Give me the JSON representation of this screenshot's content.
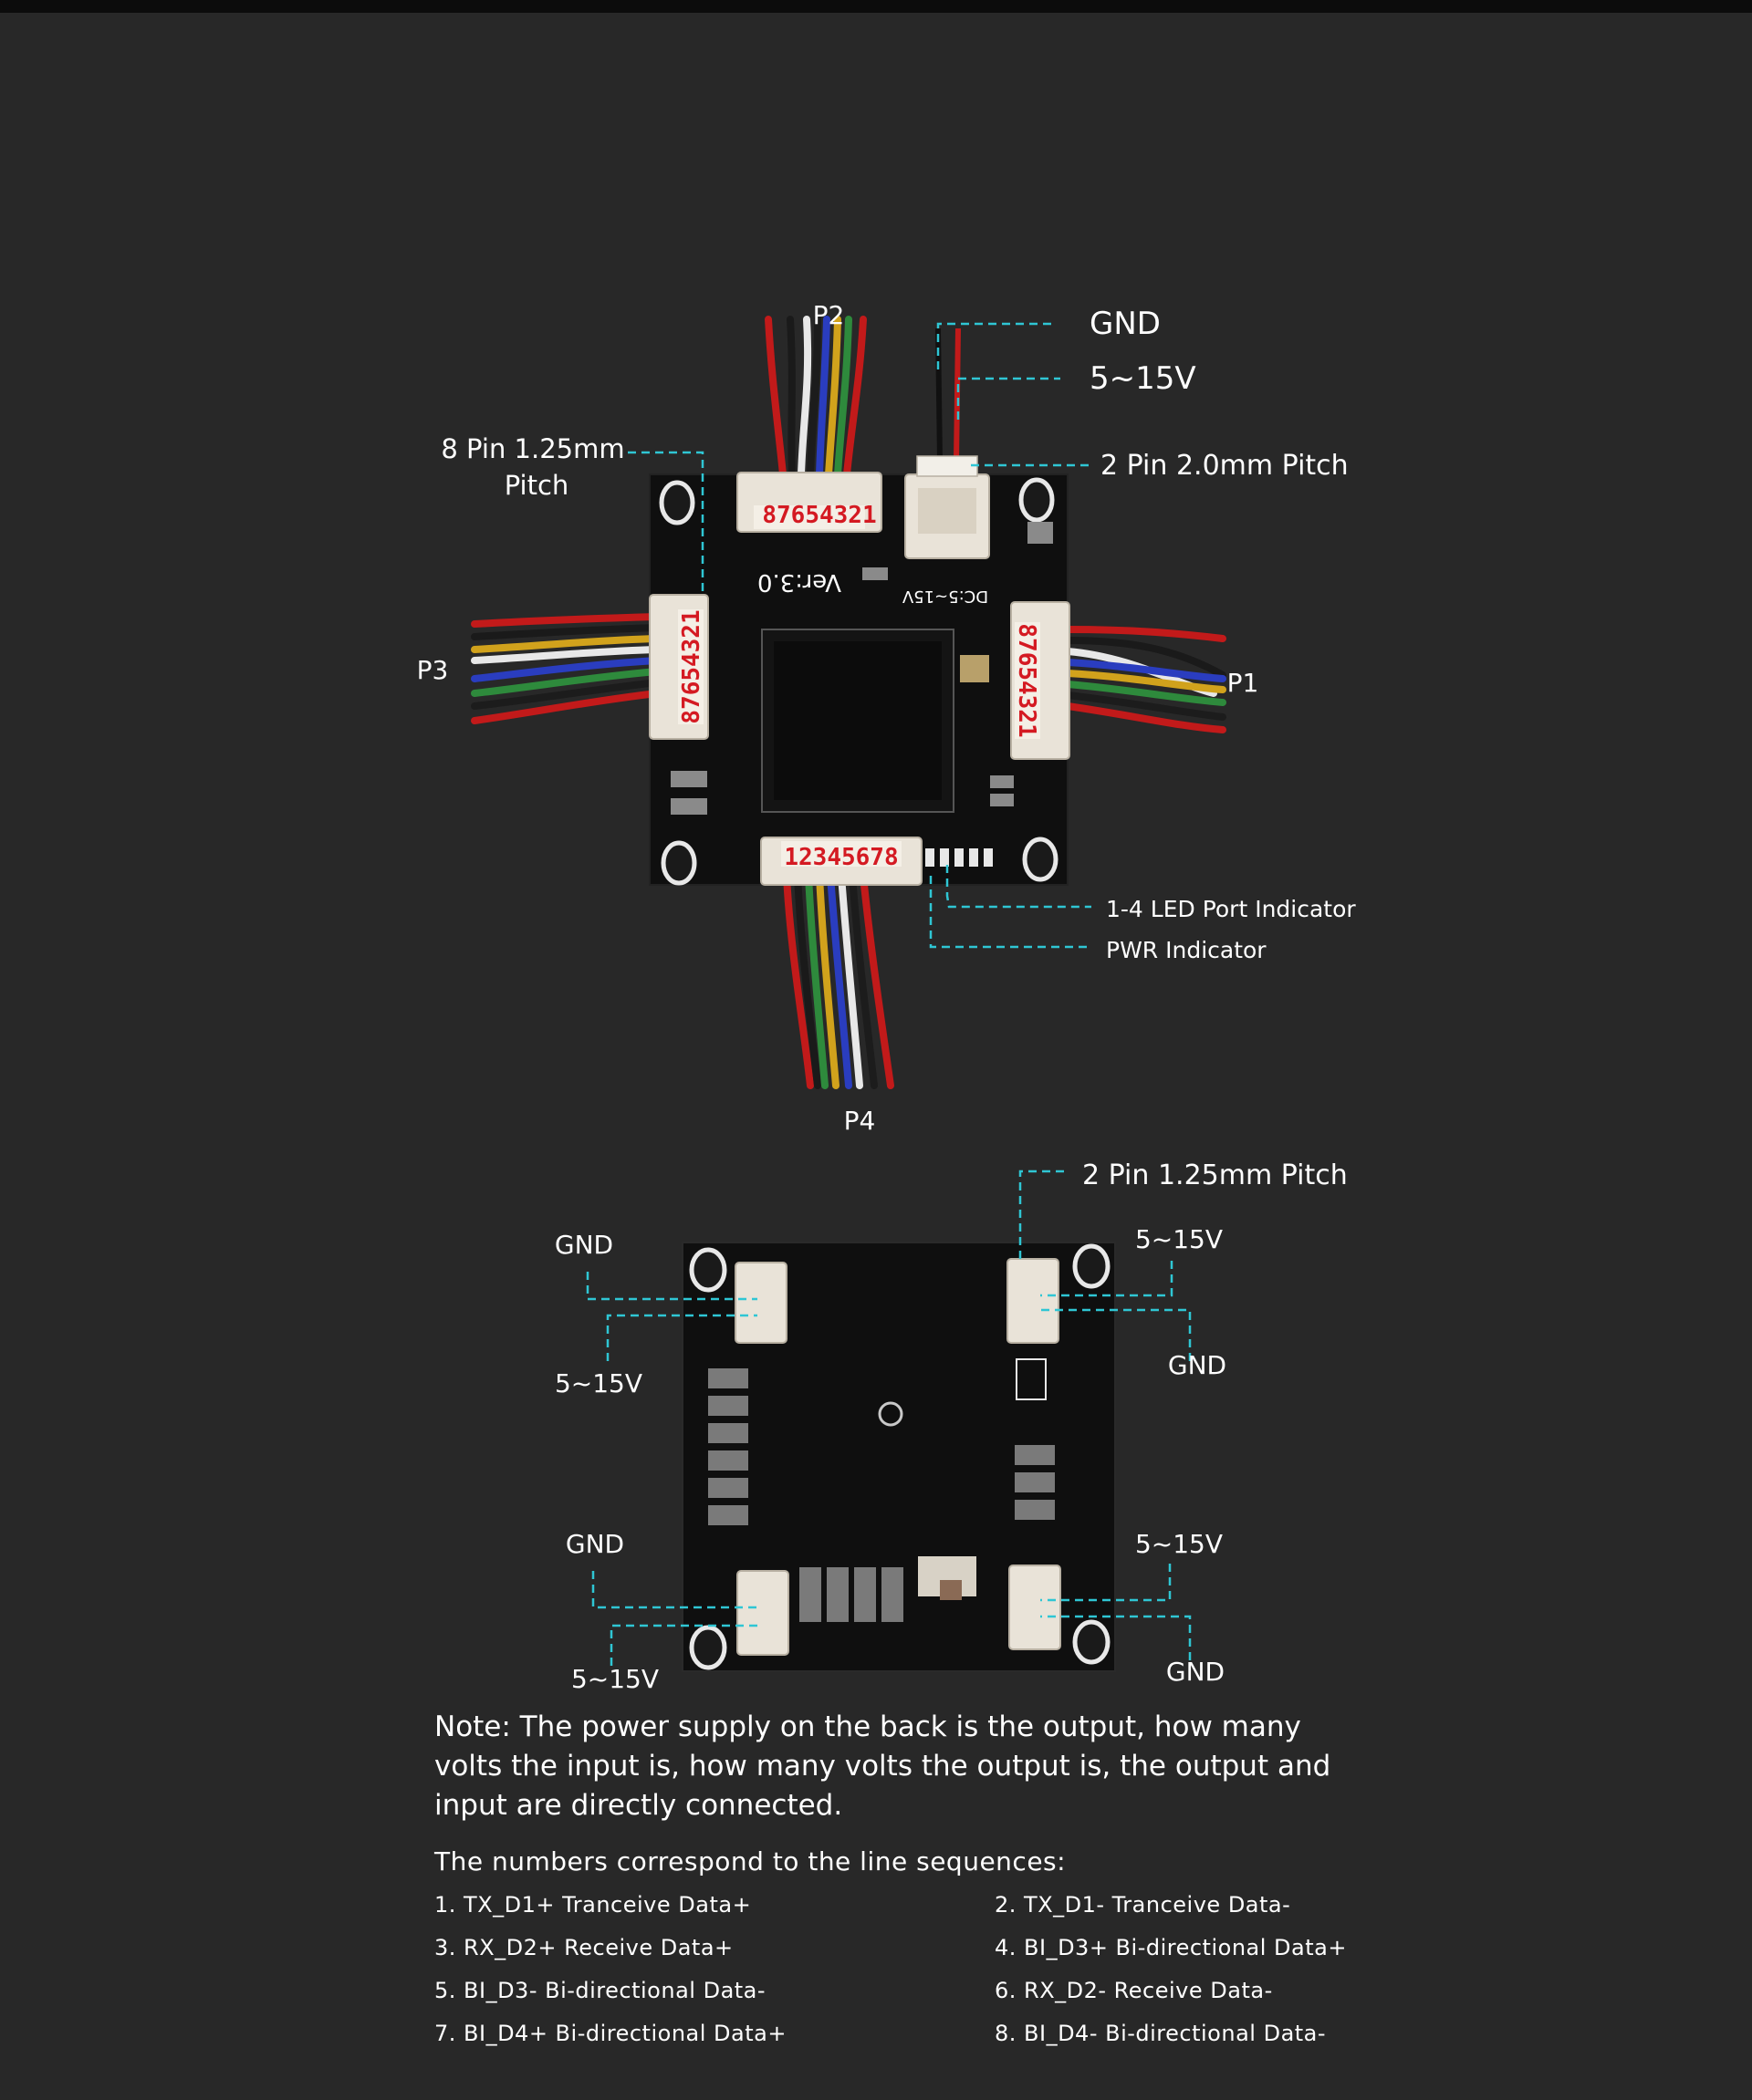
{
  "front": {
    "P2": "P2",
    "P1": "P1",
    "P3": "P3",
    "P4": "P4",
    "gnd": "GND",
    "v515": "5~15V",
    "pin8_line1": "8 Pin 1.25mm",
    "pin8_line2": "Pitch",
    "pin2_20": "2 Pin 2.0mm Pitch",
    "led": "1-4 LED Port Indicator",
    "pwr": "PWR Indicator",
    "silk_ver": "Ver:3.0",
    "silk_dc": "DC:5~15V",
    "conn_top": "87654321",
    "conn_left": "87654321",
    "conn_right": "87654321",
    "conn_bottom": "12345678"
  },
  "back": {
    "pin2_125": "2 Pin 1.25mm Pitch",
    "tl_gnd": "GND",
    "tl_v": "5~15V",
    "tr_v": "5~15V",
    "tr_gnd": "GND",
    "bl_gnd": "GND",
    "bl_v": "5~15V",
    "br_v": "5~15V",
    "br_gnd": "GND"
  },
  "note": "Note: The power supply on the back is the output, how many volts the input is, how many volts the output is, the output and input are directly connected.",
  "sequence": {
    "title": "The numbers correspond to the line sequences:",
    "items": [
      "1. TX_D1+ Tranceive Data+",
      "2. TX_D1- Tranceive Data-",
      "3. RX_D2+ Receive Data+",
      "4. BI_D3+ Bi-directional Data+",
      "5. BI_D3- Bi-directional Data-",
      "6. RX_D2- Receive Data-",
      "7. BI_D4+ Bi-directional Data+",
      "8. BI_D4- Bi-directional Data-"
    ]
  },
  "colors": {
    "background": "#282828",
    "board": "#0f0f0f",
    "callout_line": "#2fc6d4",
    "connector": "#e9e3d8",
    "pin_label": "#d41a22"
  }
}
